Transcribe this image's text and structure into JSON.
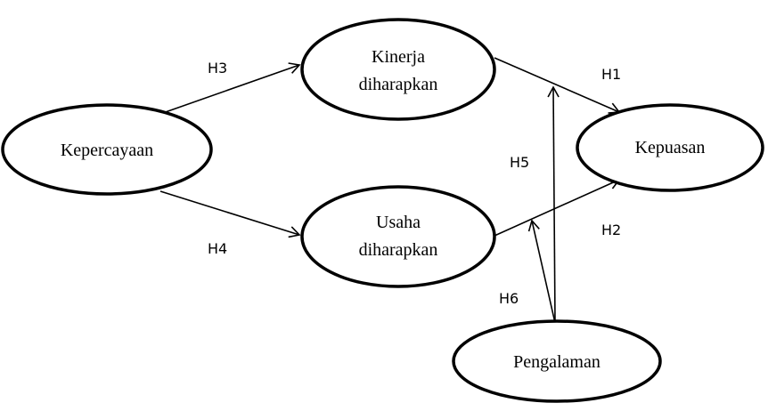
{
  "nodes": {
    "kepercayaan": "Kepercayaan",
    "kinerja_1": "Kinerja",
    "kinerja_2": "diharapkan",
    "usaha_1": "Usaha",
    "usaha_2": "diharapkan",
    "kepuasan": "Kepuasan",
    "pengalaman": "Pengalaman"
  },
  "hypotheses": {
    "h1": "H1",
    "h2": "H2",
    "h3": "H3",
    "h4": "H4",
    "h5": "H5",
    "h6": "H6"
  }
}
